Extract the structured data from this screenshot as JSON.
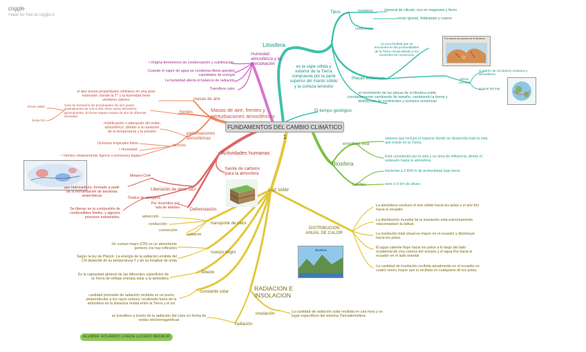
{
  "brand": {
    "name": "coggle",
    "tagline": "made for free at coggle.it"
  },
  "central": {
    "title": "FUNDAMENTOS DEL CAMBIO CLIMÁTICO 1"
  },
  "author": {
    "label": "ALUMNA: ROLANDO LOAIZA LUCERO MEDALID"
  },
  "colors": {
    "litosfera": "#3fc0ad",
    "atmos": "#d873cf",
    "masas": "#f08a62",
    "humanas": "#e06464",
    "solar": "#e2c73a",
    "biosfera": "#7cc242",
    "central_bg": "#d6d6d6"
  },
  "litosfera": {
    "title": "Litosfera",
    "desc": "es la capa sólida y exterior de la Tierra compuesta por la parte superior del manto sólido y la corteza terrestre",
    "tipos": "Tipos",
    "oceanica": "oceanica",
    "continental": "continental",
    "oceanica_desc": "(mineral de silicato, rico en magnesio y fierro",
    "continental_desc": "rocas ígneas, feldespato y cuarzo",
    "placas": "Placas tectónicas",
    "placas_desc": "La roca fundida que se encuentra en las profundidades de la Tierra circula debido a los corrientes de convección",
    "placas_img_title": "Formación de placas de la litósfera",
    "placas_mov": "el movimiento de las placas de la litosfera están constantemente cambiando de tamaño, cambiando la forma y distribución de continentes y océanos oceánicas",
    "efecto": "efecto\ncorrosía",
    "efecto_1": "el patrón de circulación oceánica y atmosférica",
    "efecto_2": "el nivel del mar",
    "tiempo": "El tiempo geológico"
  },
  "atmos": {
    "title": "Humedad atmosférica y la precipitación",
    "items": [
      "• Origina fenómenos de condensación y sublimación",
      "Cuando el vapor de agua se condensa libera grandes cantidades de energía",
      "La humedad afecta el balance de radiación",
      "Transfiere calor"
    ]
  },
  "masas": {
    "title": "Masas de aire, frentes y perturbaciones atmosféricas",
    "masas_aire": "masas de aire",
    "masas_aire_desc": "el aire posee propiedades similares en una gran extensión, donde la T° y la humedad tiene similares valores",
    "frentes": "frentes",
    "frentes_desc": "zona de transición las propiedades del aire pasan gradualmente de una a otra, tiene varios kilómetros generalmente. El frente separa masas de aire de diferente densidad.",
    "frente_calido": "frente cálido",
    "frente_frio": "frente frío",
    "perturbaciones": "perturbaciones atmosféricas",
    "perturbaciones_desc": "modificación o alteración del orden atmosférico, debido a la variación de la temperatura y la presión",
    "factores": "factores",
    "factores_items": [
      "Océanos tropicales tibios",
      "• Humedad",
      "• Vientos relativamente ligeros o presiones bajas"
    ]
  },
  "humanas": {
    "title": "Actividades humanas",
    "fuente": "fuente de carbono para la atmosfera",
    "liberacion": "Liberación de otros GEI",
    "metano": "Metano CH4",
    "metano_desc": "gas hidrocarburo, formado a partir de la fermentación de bacterias anaeróbicas",
    "oxidos": "Óxidos de nitrógeno",
    "oxidos_desc": "Se liberan en la combustión de combustibles fósiles, y algunos procesos industriales.",
    "incendios": "Por incendios por tala de árboles",
    "deforestacion": "Deforestación"
  },
  "biosfera": {
    "title": "Biosfera",
    "envoltura": "envoltura viva",
    "envoltura_1": "sistema que incluye el espacio donde se desarrolla toda la vida que existe en la Tierra.",
    "envoltura_2": "Está constituido por la vida y su área de influencia, desde el subsuelo hasta la atmósfera.",
    "limites": "Límites",
    "limites_1": "bacterias a 2.800 m de profundidad bajo tierra",
    "limites_2": "aves a 9 km de altura"
  },
  "solar": {
    "title": "Luz solar",
    "distribucion": "DISTRIBUCION\nANUAL DE CALOR",
    "dist_items": [
      "La atmósfera conduce el aire cálido hacia los polos y el aire frío hacia el ecuador.",
      "La distribución mundial de la insolación está estrechamente relacionadaon la latitud.",
      "La insolación total anual es mayor en el ecuador y disminuye hacia los polos.",
      "El agua caliente fluye hacia los polos a lo largo del lado occidental de una cuenca del océano y el agua fría hacia el ecuador en el lado oriental",
      "La cantidad de insolación recibida anualmente en el ecuador es cuatro veces mayor que la recibida en cualquiera de los polos."
    ],
    "transporte": "transporte de calor",
    "adveccion": "advección",
    "conduccion": "conducción",
    "conveccion": "convección",
    "radiacion": "radiación",
    "cuerpo": "cuerpo negro",
    "cuerpo_1": "Un cuerpo negro (CN) es un absorbente perfecto (no hay reflexión)",
    "cuerpo_2": "Según la ley de Planck: La energía de la radiación emitida del CN depende de su temperatura T y de su longitud de onda",
    "albedo": "Albedo",
    "albedo_desc": "Es la capacidad general de las diferentes superficies de la Tierra de reflejar energía solar a la atmósfera",
    "constante": "constante solar",
    "constante_desc": "cantidad promedio de radiación recibida en un punto perpendicular a los rayos solares, localizado fuera de la atmósfera en la distancia media entre la Tierra y el sol",
    "rad_energia": "RADIACION E\nINSOLACION",
    "insolacion": "insolación",
    "insolacion_desc": "La cantidad de radiación solar recibida en una hora y un lugar específicos del sistema Tierraatmósfera.",
    "radiacion2": "radiación",
    "radiacion2_desc": "se transfiere a través de la radiación del calor en forma de ondas electromagnéticas",
    "biosfera_img": "Biosfera"
  }
}
